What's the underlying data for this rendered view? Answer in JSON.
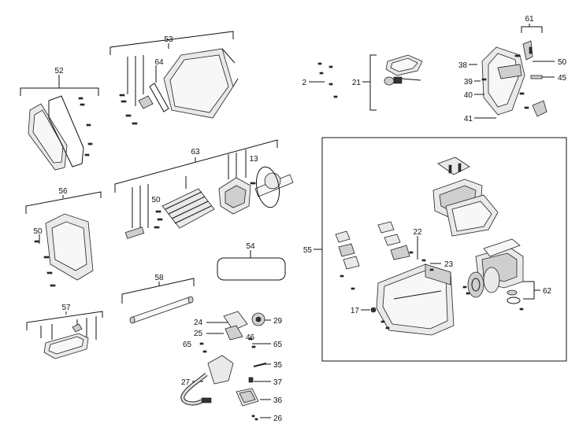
{
  "diagram": {
    "callouts": {
      "c52": "52",
      "c53": "53",
      "c64": "64",
      "c2": "2",
      "c21": "21",
      "c61": "61",
      "c38": "38",
      "c50a": "50",
      "c45": "45",
      "c39": "39",
      "c40": "40",
      "c41": "41",
      "c63": "63",
      "c13": "13",
      "c56": "56",
      "c50b": "50",
      "c50c": "50",
      "c54": "54",
      "c55": "55",
      "c22": "22",
      "c23": "23",
      "c62": "62",
      "c17": "17",
      "c58": "58",
      "c57": "57",
      "c24": "24",
      "c29": "29",
      "c25": "25",
      "c46": "46",
      "c65a": "65",
      "c65b": "65",
      "c35": "35",
      "c27": "27",
      "c37": "37",
      "c36": "36",
      "c26": "26"
    }
  }
}
